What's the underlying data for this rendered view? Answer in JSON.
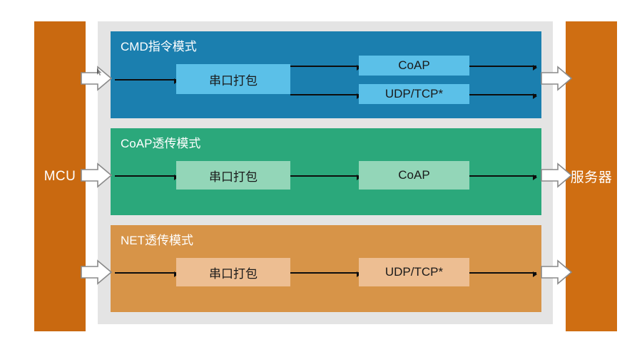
{
  "diagram": {
    "title": "MCU to Server communication modes",
    "left_bar": {
      "label": "MCU"
    },
    "right_bar": {
      "label": "服务器"
    },
    "panels": [
      {
        "id": "cmd",
        "title": "CMD指令模式",
        "panel_color": "#1b7faf",
        "node_color": "#5bc0e8",
        "nodes": [
          {
            "id": "cmd-pack",
            "label": "串口打包"
          },
          {
            "id": "cmd-coap",
            "label": "CoAP"
          },
          {
            "id": "cmd-udptcp",
            "label": "UDP/TCP*"
          }
        ]
      },
      {
        "id": "coap",
        "title": "CoAP透传模式",
        "panel_color": "#2ba87b",
        "node_color": "#93d6b8",
        "nodes": [
          {
            "id": "coap-pack",
            "label": "串口打包"
          },
          {
            "id": "coap-coap",
            "label": "CoAP"
          }
        ]
      },
      {
        "id": "net",
        "title": "NET透传模式",
        "panel_color": "#d79448",
        "node_color": "#edbe92",
        "nodes": [
          {
            "id": "net-pack",
            "label": "串口打包"
          },
          {
            "id": "net-udptcp",
            "label": "UDP/TCP*"
          }
        ]
      }
    ],
    "colors": {
      "background": "#ffffff",
      "container": "#e4e4e4",
      "mcu_bar": "#c96910",
      "server_bar": "#cf6e12",
      "connector": "#0d0d0d",
      "arrow_fill": "#ffffff",
      "arrow_stroke": "#808080"
    },
    "icons": {
      "inbound_arrow": "block-arrow-right",
      "outbound_arrow": "block-arrow-right"
    }
  }
}
